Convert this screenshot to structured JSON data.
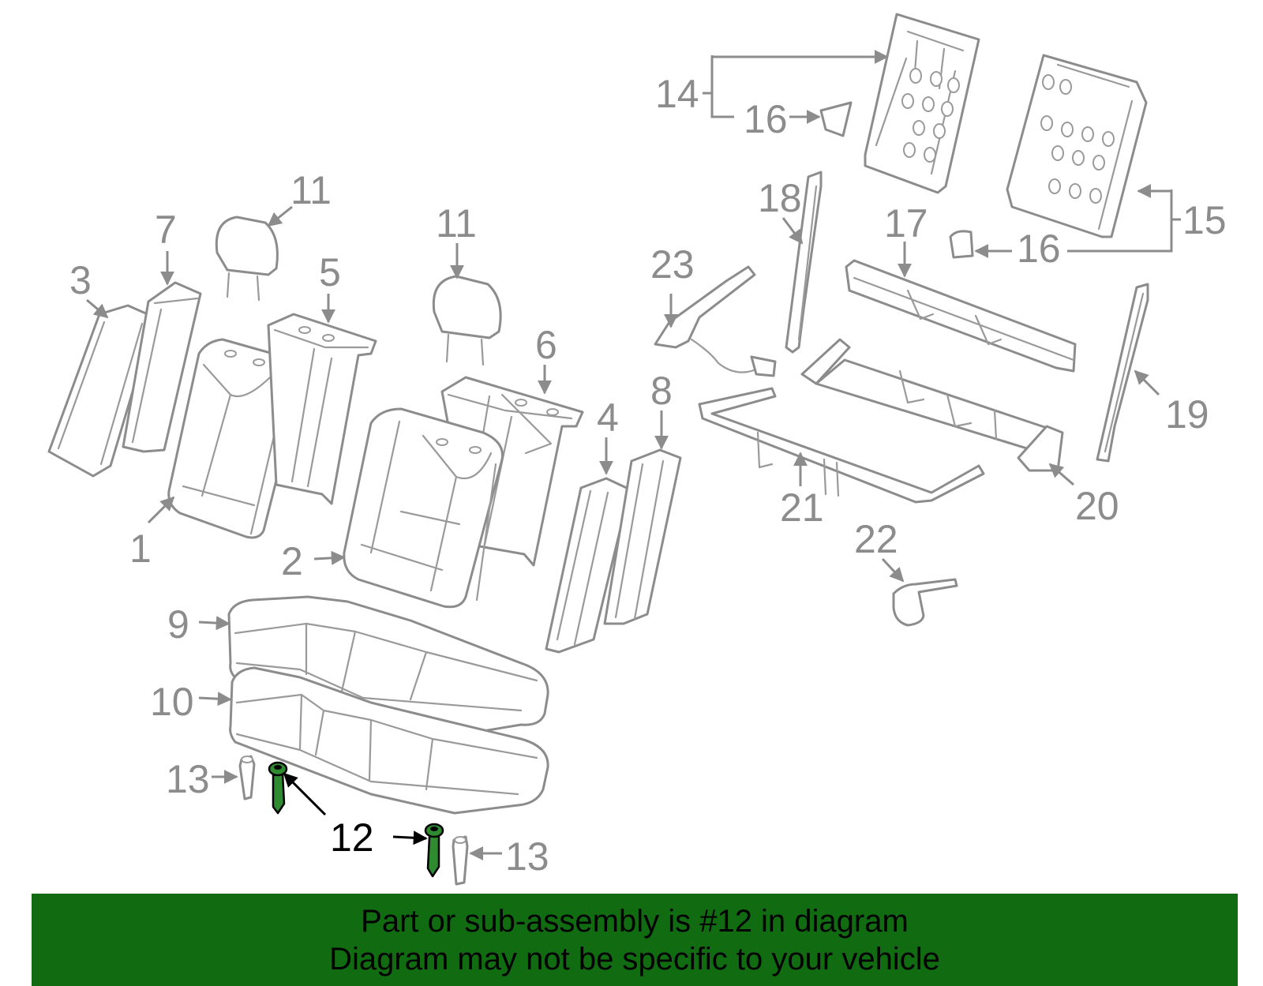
{
  "labels": {
    "l1": "1",
    "l2": "2",
    "l3": "3",
    "l4": "4",
    "l5": "5",
    "l6": "6",
    "l7": "7",
    "l8": "8",
    "l9": "9",
    "l10": "10",
    "l11a": "11",
    "l11b": "11",
    "l12": "12",
    "l13a": "13",
    "l13b": "13",
    "l14": "14",
    "l15": "15",
    "l16a": "16",
    "l16b": "16",
    "l17": "17",
    "l18": "18",
    "l19": "19",
    "l20": "20",
    "l21": "21",
    "l22": "22",
    "l23": "23"
  },
  "highlighted_part": "12",
  "colors": {
    "highlight": "#2f8b2f",
    "banner": "#116b11",
    "line_art": "#8c8c8c"
  },
  "banner": {
    "line1": "Part or sub-assembly is #12 in diagram",
    "line2": "Diagram may not be specific to your vehicle"
  }
}
